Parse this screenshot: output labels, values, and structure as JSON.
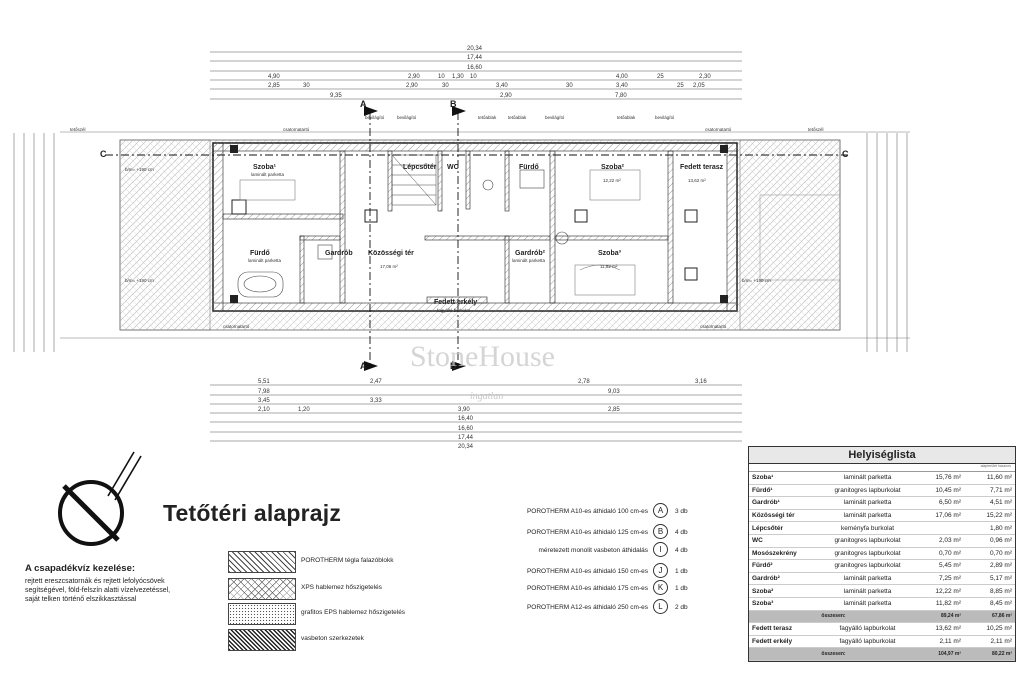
{
  "title": "Tetőtéri alaprajz",
  "water_note": {
    "title": "A csapadékvíz kezelése:",
    "body": "rejtett ereszcsatornák és rejtett lefolyócsövek segítségével, föld-felszín alatti vízelvezetéssel, saját telken történő elszikkasztással"
  },
  "legend": [
    {
      "label": "POROTHERM tégla falazóblokk",
      "pattern": "diag"
    },
    {
      "label": "XPS hablemez hőszigetelés",
      "pattern": "cross"
    },
    {
      "label": "grafitos EPS hablemez hőszigetelés",
      "pattern": "dots"
    },
    {
      "label": "vasbeton szerkezetek",
      "pattern": "dense"
    }
  ],
  "lintels": [
    {
      "text": "POROTHERM A10-es áthidaló 100 cm-es",
      "letter": "A",
      "count": "3 db"
    },
    {
      "text": "POROTHERM A10-es áthidaló 125 cm-es",
      "letter": "B",
      "count": "4 db"
    },
    {
      "text": "méretezett monolit vasbeton áthidalás",
      "letter": "I",
      "count": "4 db"
    },
    {
      "text": "POROTHERM A10-es áthidaló 150 cm-es",
      "letter": "J",
      "count": "1 db"
    },
    {
      "text": "POROTHERM A10-es áthidaló 175 cm-es",
      "letter": "K",
      "count": "1 db"
    },
    {
      "text": "POROTHERM A12-es áthidaló 250 cm-es",
      "letter": "L",
      "count": "2 db"
    }
  ],
  "room_list": {
    "title": "Helyiséglista",
    "col_hint": "alapterület hasznos",
    "rows": [
      {
        "name": "Szoba¹",
        "material": "laminált parketta",
        "area": "15,76 m²",
        "useful": "11,60 m²"
      },
      {
        "name": "Fürdő¹",
        "material": "granitogres lapburkolat",
        "area": "10,45 m²",
        "useful": "7,71 m²"
      },
      {
        "name": "Gardrób¹",
        "material": "laminált parketta",
        "area": "6,50 m²",
        "useful": "4,51 m²"
      },
      {
        "name": "Közösségi tér",
        "material": "laminált parketta",
        "area": "17,06 m²",
        "useful": "15,22 m²"
      },
      {
        "name": "Lépcsőtér",
        "material": "keményfa burkolat",
        "area": "",
        "useful": "1,80 m²"
      },
      {
        "name": "WC",
        "material": "granitogres lapburkolat",
        "area": "2,03 m²",
        "useful": "0,96 m²"
      },
      {
        "name": "Mosószekrény",
        "material": "granitogres lapburkolat",
        "area": "0,70 m²",
        "useful": "0,70 m²"
      },
      {
        "name": "Fürdő²",
        "material": "granitogres lapburkolat",
        "area": "5,45 m²",
        "useful": "2,89 m²"
      },
      {
        "name": "Gardrób²",
        "material": "laminált parketta",
        "area": "7,25 m²",
        "useful": "5,17 m²"
      },
      {
        "name": "Szoba²",
        "material": "laminált parketta",
        "area": "12,22 m²",
        "useful": "8,85 m²"
      },
      {
        "name": "Szoba³",
        "material": "laminált parketta",
        "area": "11,82 m²",
        "useful": "8,45 m²"
      }
    ],
    "subtotal": {
      "label": "összesen:",
      "area": "89,24 m²",
      "useful": "67,86 m²"
    },
    "extra_rows": [
      {
        "name": "Fedett terasz",
        "material": "fagyálló lapburkolat",
        "area": "13,62 m²",
        "useful": "10,25 m²"
      },
      {
        "name": "Fedett erkély",
        "material": "fagyálló lapburkolat",
        "area": "2,11 m²",
        "useful": "2,11 m²"
      }
    ],
    "total": {
      "label": "összesen:",
      "area": "104,97 m²",
      "useful": "80,22 m²"
    }
  },
  "rooms_on_plan": [
    {
      "name": "Szoba¹",
      "sub": "laminált parketta"
    },
    {
      "name": "Lépcsőtér",
      "sub": ""
    },
    {
      "name": "WC",
      "sub": ""
    },
    {
      "name": "Fürdő",
      "sub": ""
    },
    {
      "name": "Szoba²",
      "sub": "12,22 m²"
    },
    {
      "name": "Fedett terasz",
      "sub": "13,62 m²"
    },
    {
      "name": "Fürdő",
      "sub": "laminált parketta"
    },
    {
      "name": "Gardrób",
      "sub": ""
    },
    {
      "name": "Közösségi tér",
      "sub": "17,06 m²"
    },
    {
      "name": "Gardrób²",
      "sub": "laminált parketta"
    },
    {
      "name": "Szoba³",
      "sub": "11,82 m²"
    },
    {
      "name": "Fedett erkély",
      "sub": "fagyálló burkolat"
    }
  ],
  "plan_dims_top": [
    "20,34",
    "17,44",
    "16,60",
    "4,90",
    "2,90",
    "10",
    "1,30",
    "10",
    "4,00",
    "25",
    "2,30",
    "2,85",
    "30",
    "2,90",
    "30",
    "3,40",
    "30",
    "3,40",
    "25",
    "2,05",
    "9,35",
    "2,90",
    "7,80"
  ],
  "plan_dims_bottom": [
    "5,51",
    "2,47",
    "2,78",
    "3,16",
    "7,98",
    "9,03",
    "3,45",
    "3,33",
    "3,90",
    "2,85",
    "2,10",
    "1,20",
    "16,40",
    "16,60",
    "17,44",
    "20,34"
  ],
  "plan_labels": {
    "section_A": "A",
    "section_B": "B",
    "section_C": "C",
    "skylight": "tetőablak",
    "daylight": "bevilágító",
    "gutter": "csatornatartó",
    "roof_edge": "tetőszél",
    "height": "b/m= +190 cm"
  },
  "watermark": {
    "brand": "StoneHouse",
    "tag": "ingatlan"
  }
}
